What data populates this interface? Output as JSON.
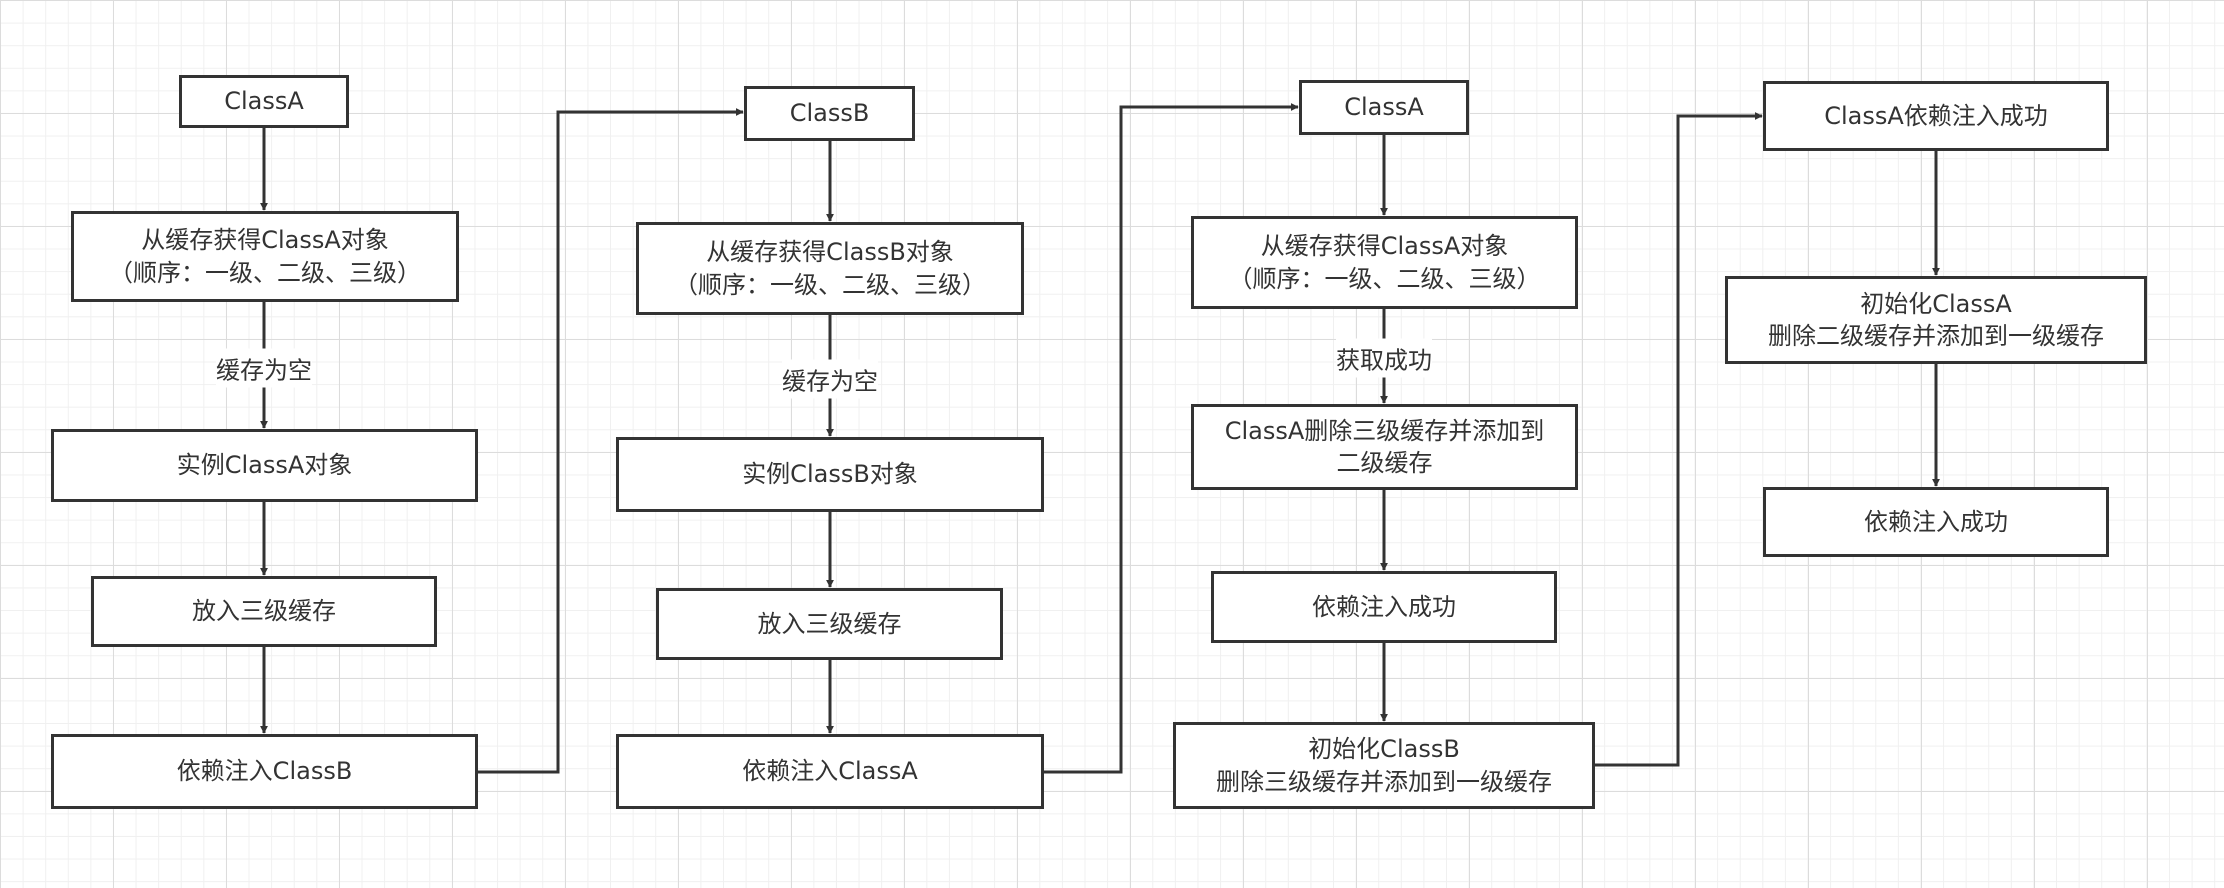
{
  "columns": [
    {
      "nodes": [
        {
          "lines": [
            "ClassA"
          ]
        },
        {
          "lines": [
            "从缓存获得ClassA对象",
            "（顺序：一级、二级、三级）"
          ]
        },
        {
          "lines": [
            "实例ClassA对象"
          ]
        },
        {
          "lines": [
            "放入三级缓存"
          ]
        },
        {
          "lines": [
            "依赖注入ClassB"
          ]
        }
      ],
      "edge_label": "缓存为空"
    },
    {
      "nodes": [
        {
          "lines": [
            "ClassB"
          ]
        },
        {
          "lines": [
            "从缓存获得ClassB对象",
            "（顺序：一级、二级、三级）"
          ]
        },
        {
          "lines": [
            "实例ClassB对象"
          ]
        },
        {
          "lines": [
            "放入三级缓存"
          ]
        },
        {
          "lines": [
            "依赖注入ClassA"
          ]
        }
      ],
      "edge_label": "缓存为空"
    },
    {
      "nodes": [
        {
          "lines": [
            "ClassA"
          ]
        },
        {
          "lines": [
            "从缓存获得ClassA对象",
            "（顺序：一级、二级、三级）"
          ]
        },
        {
          "lines": [
            "ClassA删除三级缓存并添加到",
            "二级缓存"
          ]
        },
        {
          "lines": [
            "依赖注入成功"
          ]
        },
        {
          "lines": [
            "初始化ClassB",
            "删除三级缓存并添加到一级缓存"
          ]
        }
      ],
      "edge_label": "获取成功"
    },
    {
      "nodes": [
        {
          "lines": [
            "ClassA依赖注入成功"
          ]
        },
        {
          "lines": [
            "初始化ClassA",
            "删除二级缓存并添加到一级缓存"
          ]
        },
        {
          "lines": [
            "依赖注入成功"
          ]
        }
      ]
    }
  ],
  "colors": {
    "stroke": "#333333",
    "text": "#333333",
    "fill": "#ffffff",
    "grid": "#dcdcdc"
  }
}
